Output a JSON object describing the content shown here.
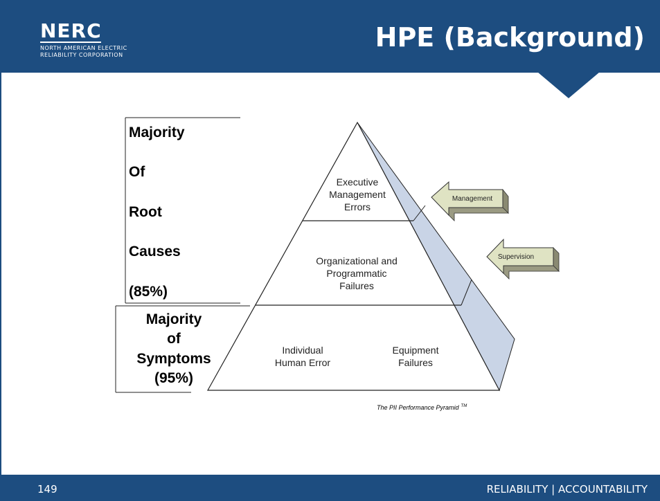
{
  "header": {
    "logo_text": "NERC",
    "logo_sub_line1": "NORTH AMERICAN ELECTRIC",
    "logo_sub_line2": "RELIABILITY CORPORATION",
    "title": "HPE (Background)",
    "bar_color": "#1d4d80"
  },
  "diagram": {
    "root_causes_words": [
      "Majority",
      "Of",
      "Root",
      "Causes",
      "(85%)"
    ],
    "symptoms_lines": [
      "Majority",
      "of",
      "Symptoms",
      "(95%)"
    ],
    "pyramid": {
      "top_lines": [
        "Executive",
        "Management",
        "Errors"
      ],
      "middle_lines": [
        "Organizational and",
        "Programmatic",
        "Failures"
      ],
      "bottom_left_lines": [
        "Individual",
        "Human Error"
      ],
      "bottom_right_lines": [
        "Equipment",
        "Failures"
      ]
    },
    "arrows": {
      "management": "Management",
      "supervision": "Supervision",
      "fill_color": "#dfe3c3"
    },
    "side_face_color": "#c9d4e6",
    "caption": "The PII Performance Pyramid",
    "caption_mark": "TM"
  },
  "footer": {
    "page_number": "149",
    "tagline": "RELIABILITY | ACCOUNTABILITY"
  }
}
